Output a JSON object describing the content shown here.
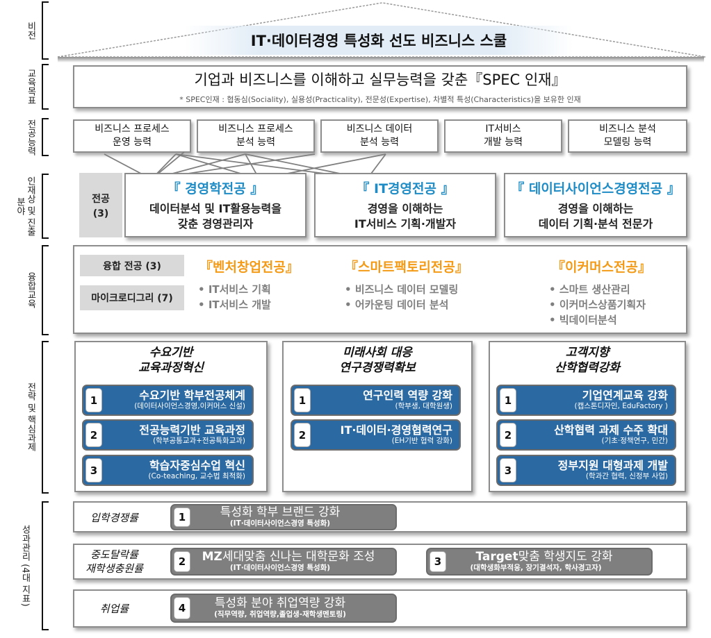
{
  "categories": {
    "vision": "비전",
    "education_goal": "교육목표",
    "core_competency": "전공능력",
    "talent": "인재상 및 진출분야",
    "convergence": "융합교육",
    "strategy": "전략 및 핵심과제",
    "performance": "성과관리 (4대 지표)"
  },
  "vision": {
    "title": "IT·데이터경영 특성화 선도 비즈니스 스쿨"
  },
  "education_goal": {
    "main": "기업과 비즈니스를 이해하고 실무능력을 갖춘『SPEC 인재』",
    "note": "* SPEC인재 : 협동심(Sociality), 실용성(Practicality), 전문성(Expertise), 차별적 특성(Characteristics)을 보유한 인재"
  },
  "competencies": [
    {
      "line1": "비즈니스 프로세스",
      "line2": "운영 능력"
    },
    {
      "line1": "비즈니스 프로세스",
      "line2": "분석 능력"
    },
    {
      "line1": "비즈니스 데이터",
      "line2": "분석 능력"
    },
    {
      "line1": "IT서비스",
      "line2": "개발 능력"
    },
    {
      "line1": "비즈니스 분석",
      "line2": "모델링 능력"
    }
  ],
  "majors": {
    "tag_line1": "전공",
    "tag_line2": "(3)",
    "items": [
      {
        "title": "『 경영학전공 』",
        "desc1": "데이터분석 및 IT활용능력을",
        "desc2": "갖춘 경영관리자"
      },
      {
        "title": "『 IT경영전공 』",
        "desc1": "경영을 이해하는",
        "desc2": "IT서비스 기획·개발자"
      },
      {
        "title": "『 데이터사이언스경영전공 』",
        "desc1": "경영을 이해하는",
        "desc2": "데이터 기획·분석 전문가"
      }
    ]
  },
  "convergence": {
    "tag_convergence": "융합 전공 (3)",
    "tag_micro": "마이크로디그리 (7)",
    "items": [
      {
        "title": "『벤처창업전공』",
        "bullets": [
          "IT서비스 기획",
          "IT서비스 개발"
        ]
      },
      {
        "title": "『스마트팩토리전공』",
        "bullets": [
          "비즈니스 데이터 모델링",
          "어카운팅 데이터 분석"
        ]
      },
      {
        "title": "『이커머스전공』",
        "bullets": [
          "스마트 생산관리",
          "이커머스상품기획자",
          "빅데이터분석"
        ]
      }
    ]
  },
  "strategies": [
    {
      "title1": "수요기반",
      "title2": "교육과정혁신",
      "tasks": [
        {
          "num": "1",
          "main": "수요기반 학부전공체계",
          "sub": "(데이터사이언스경영,이커머스 신설)"
        },
        {
          "num": "2",
          "main": "전공능력기반 교육과정",
          "sub": "(학부공통교과+전공특화교과)"
        },
        {
          "num": "3",
          "main": "학습자중심수업 혁신",
          "sub": "(Co-teaching, 교수법 최적화)"
        }
      ]
    },
    {
      "title1": "미래사회 대응",
      "title2": "연구경쟁력확보",
      "tasks": [
        {
          "num": "1",
          "main": "연구인력 역량 강화",
          "sub": "(학부생, 대학원생)"
        },
        {
          "num": "2",
          "main": "IT·데이터·경영협력연구",
          "sub": "(EH기반 협력 강화)"
        }
      ]
    },
    {
      "title1": "고객지향",
      "title2": "산학협력강화",
      "tasks": [
        {
          "num": "1",
          "main": "기업연계교육 강화",
          "sub": "(캡스톤디자인, EduFactory )"
        },
        {
          "num": "2",
          "main": "산학협력 과제 수주 확대",
          "sub": "(기초·정책연구, 민간)"
        },
        {
          "num": "3",
          "main": "정부지원 대형과제 개발",
          "sub": "(학과간 협력, 신정부 사업)"
        }
      ]
    }
  ],
  "kpis": [
    {
      "label1": "입학경쟁률",
      "label2": "",
      "tasks": [
        {
          "num": "1",
          "main": "특성화 학부 브랜드 강화",
          "sub": "(IT·데이터사이언스경영 특성화)"
        }
      ]
    },
    {
      "label1": "중도탈락률",
      "label2": "재학생충원률",
      "tasks": [
        {
          "num": "2",
          "main_bold": "MZ",
          "main": "세대맞춤 신나는 대학문화 조성",
          "sub": "(IT·데이터사이언스경영 특성화)"
        },
        {
          "num": "3",
          "main_bold": "Target",
          "main": "맞춤 학생지도 강화",
          "sub": "(대학생화부적응, 장기결석자, 학사경고자)"
        }
      ]
    },
    {
      "label1": "취업률",
      "label2": "",
      "tasks": [
        {
          "num": "4",
          "main": "특성화 분야 취업역량 강화",
          "sub": "(직무역량, 취업역량,졸업생-재학생멘토링)"
        }
      ]
    }
  ],
  "colors": {
    "major_title": "#1f8cc6",
    "convergence_title": "#f39a17",
    "task_blue": "#2b69a3",
    "task_gray": "#7f7f7f",
    "bullet_gray": "#7f7f7f",
    "tag_gray": "#d9d9d9"
  }
}
